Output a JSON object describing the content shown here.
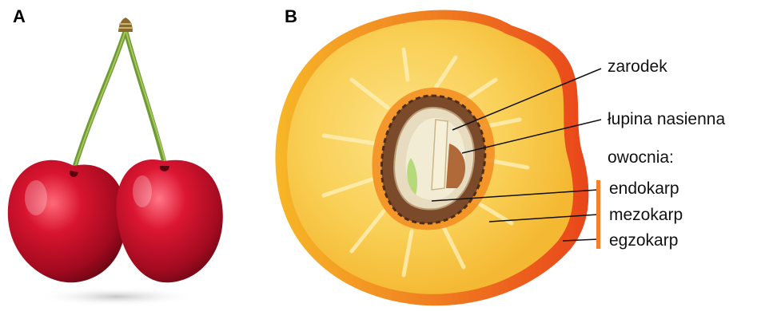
{
  "panels": {
    "a": {
      "letter": "A"
    },
    "b": {
      "letter": "B"
    }
  },
  "labels": {
    "embryo": "zarodek",
    "seed_coat": "łupina nasienna",
    "pericarp": "owocnia:",
    "endocarp": "endokarp",
    "mesocarp": "mezokarp",
    "exocarp": "egzokarp"
  },
  "colors": {
    "cherry_red": "#c8102e",
    "stem_green": "#7aa63a",
    "flesh_yellow": "#f7c948",
    "skin_orange": "#f28a1a",
    "stone_brown": "#7a4a2a",
    "bracket_orange": "#f0822a"
  }
}
